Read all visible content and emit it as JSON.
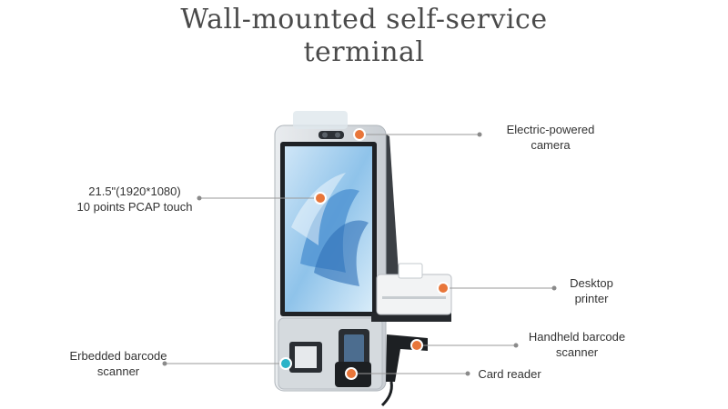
{
  "title": {
    "line1": "Wall-mounted self-service",
    "line2": "terminal"
  },
  "callouts": {
    "camera": {
      "line1": "Electric-powered",
      "line2": "camera"
    },
    "screen": {
      "line1": "21.5\"(1920*1080)",
      "line2": "10 points PCAP touch"
    },
    "printer": {
      "line1": "Desktop",
      "line2": "printer"
    },
    "handheld_scanner": {
      "line1": "Handheld barcode",
      "line2": "scanner"
    },
    "embedded_scanner": {
      "line1": "Erbedded barcode",
      "line2": "scanner"
    },
    "card_reader": {
      "line1": "Card reader"
    }
  },
  "colors": {
    "marker_orange": "#e8763a",
    "marker_teal": "#2bb3c8",
    "leader_line": "#9a9a9a",
    "title_text": "#4a4a4a"
  }
}
